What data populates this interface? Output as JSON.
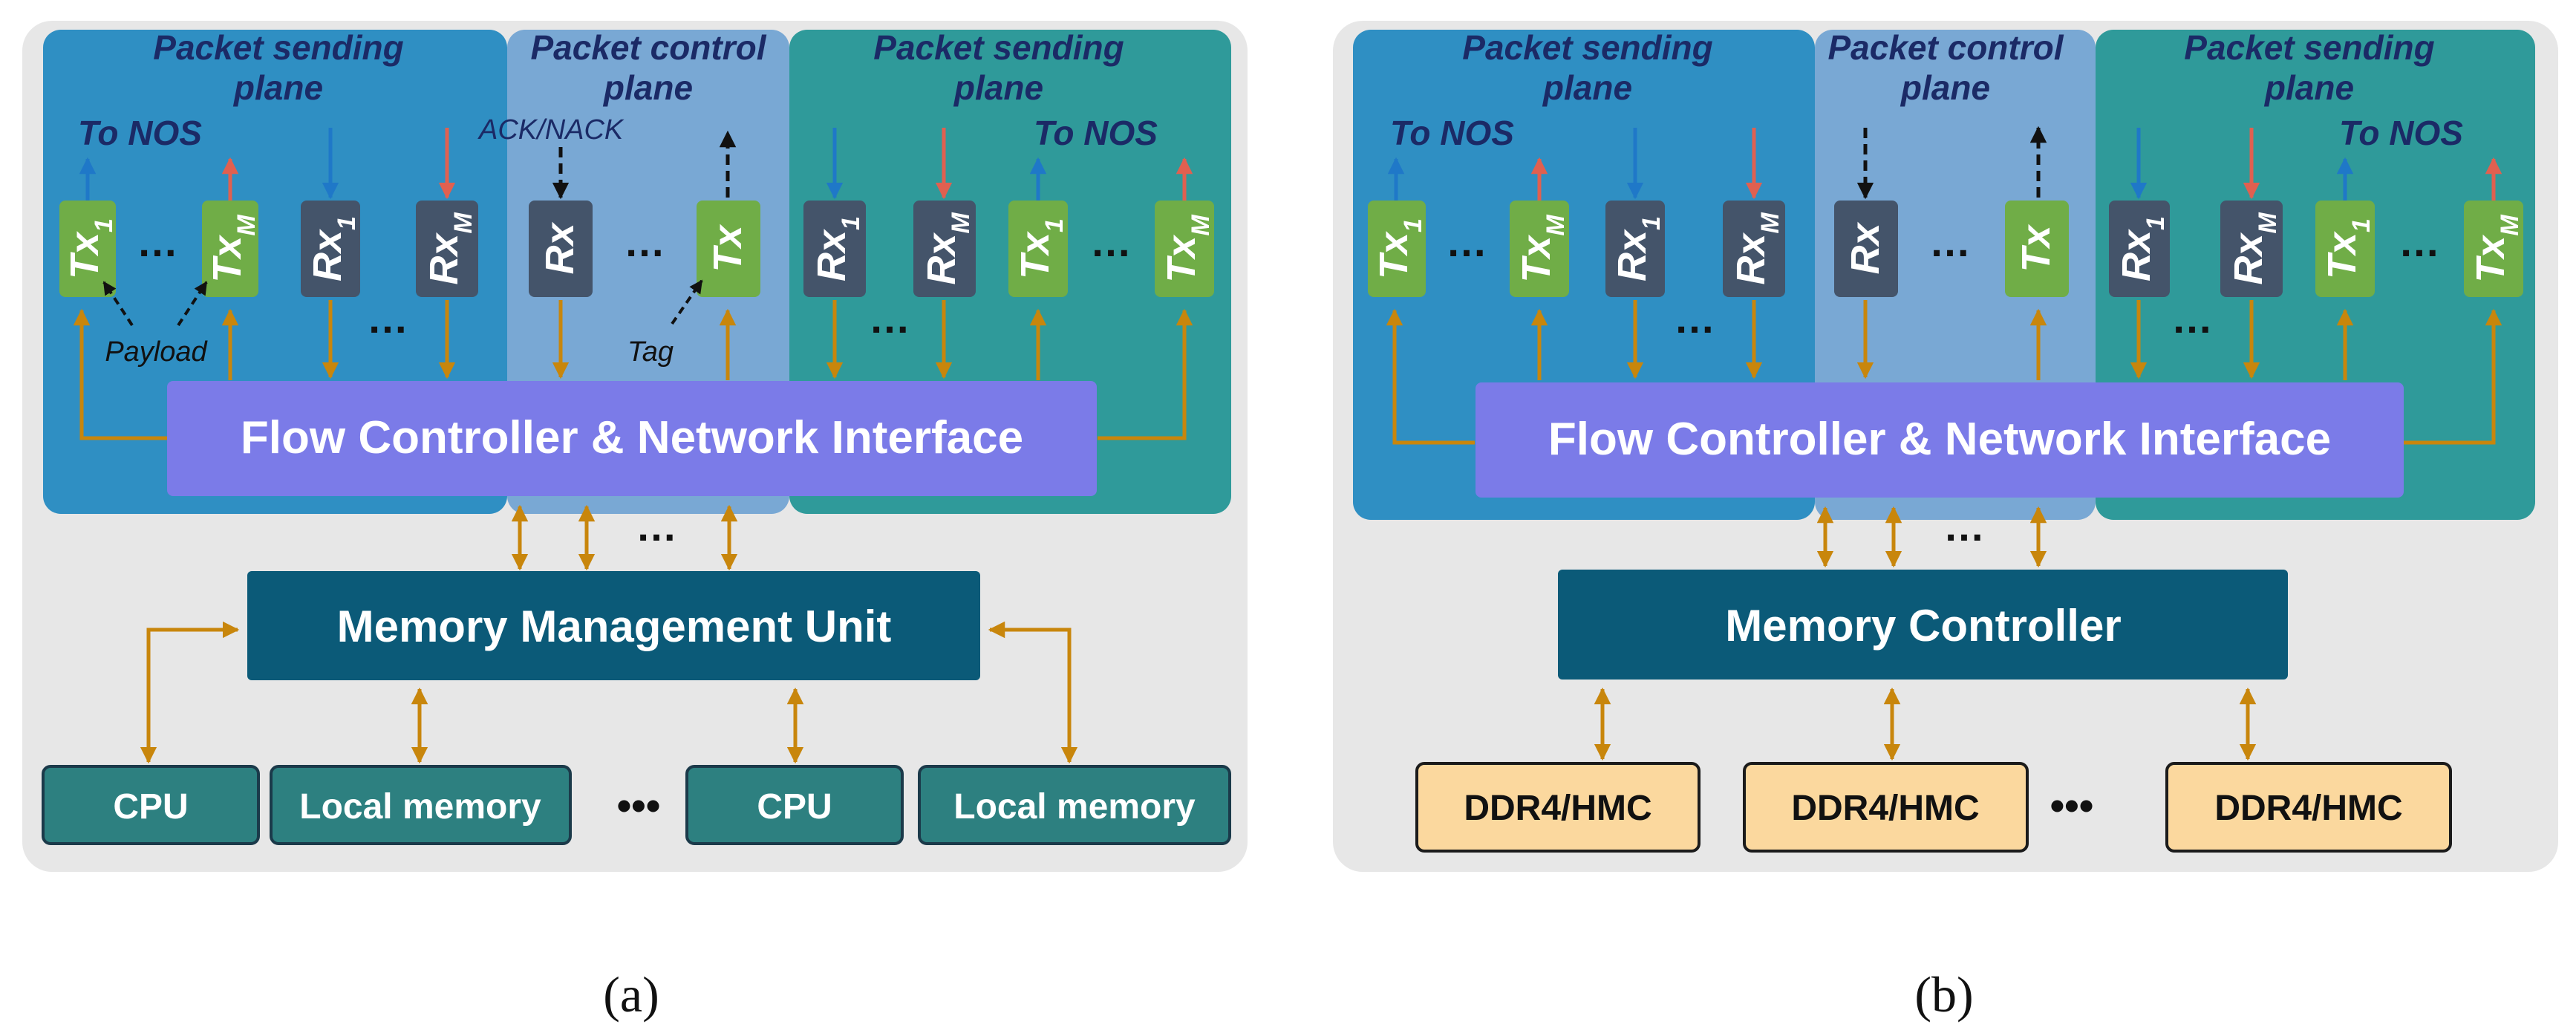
{
  "panels": {
    "a": {
      "caption": "(a)",
      "planes": {
        "left_title": [
          "Packet sending",
          "plane"
        ],
        "center_title": [
          "Packet control",
          "plane"
        ],
        "right_title": [
          "Packet sending",
          "plane"
        ]
      },
      "labels": {
        "to_nos": "To NOS",
        "ack_nack": "ACK/NACK",
        "payload": "Payload",
        "tag": "Tag",
        "dots": "…"
      },
      "ports": {
        "tx1": {
          "base": "Tx",
          "sub": "1"
        },
        "txm": {
          "base": "Tx",
          "sub": "M"
        },
        "rx1": {
          "base": "Rx",
          "sub": "1"
        },
        "rxm": {
          "base": "Rx",
          "sub": "M"
        },
        "rx": {
          "base": "Rx",
          "sub": ""
        },
        "tx": {
          "base": "Tx",
          "sub": ""
        }
      },
      "flow_controller": "Flow Controller & Network Interface",
      "memory_unit": "Memory Management Unit",
      "bottom_boxes": [
        "CPU",
        "Local memory",
        "CPU",
        "Local memory"
      ],
      "bottom_dots": "•••"
    },
    "b": {
      "caption": "(b)",
      "planes": {
        "left_title": [
          "Packet sending",
          "plane"
        ],
        "center_title": [
          "Packet control",
          "plane"
        ],
        "right_title": [
          "Packet sending",
          "plane"
        ]
      },
      "labels": {
        "to_nos": "To NOS",
        "dots": "…"
      },
      "ports": {
        "tx1": {
          "base": "Tx",
          "sub": "1"
        },
        "txm": {
          "base": "Tx",
          "sub": "M"
        },
        "rx1": {
          "base": "Rx",
          "sub": "1"
        },
        "rxm": {
          "base": "Rx",
          "sub": "M"
        },
        "rx": {
          "base": "Rx",
          "sub": ""
        },
        "tx": {
          "base": "Tx",
          "sub": ""
        }
      },
      "flow_controller": "Flow Controller & Network Interface",
      "memory_unit": "Memory Controller",
      "bottom_boxes": [
        "DDR4/HMC",
        "DDR4/HMC",
        "DDR4/HMC"
      ],
      "bottom_dots": "•••"
    }
  },
  "colors": {
    "panel_bg": "#e7e7e7",
    "plane_left": "#2f8fc3",
    "plane_center": "#79a8d4",
    "plane_right": "#2f9a9a",
    "tx_green": "#70ad47",
    "rx_dark": "#44546a",
    "flow_violet": "#7b7be8",
    "mmu_teal": "#0b5a78",
    "cpu_box": "#2d8080",
    "ddr_box": "#fbd89e",
    "arrow_orange": "#c8860c",
    "arrow_blue": "#1f78c8",
    "arrow_red": "#e06050",
    "title_navy": "#1b2a66"
  }
}
